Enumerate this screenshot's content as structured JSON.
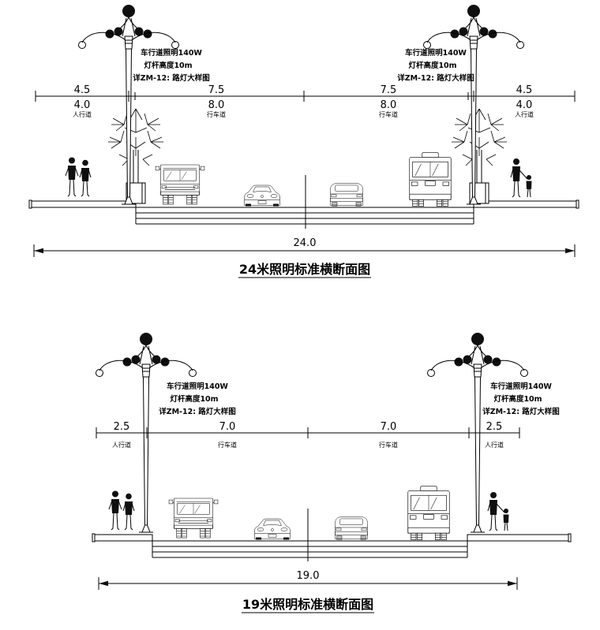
{
  "drawing": {
    "pole_note": {
      "lines": [
        "车行道照明140W",
        "灯杆高度10m",
        "详ZM-12: 路灯大样图"
      ]
    },
    "section_24m": {
      "title": "24米照明标准横断面图",
      "total_width": "24.0",
      "dims_row1": [
        "4.5",
        "7.5",
        "7.5",
        "4.5"
      ],
      "dims_row2": [
        "4.0",
        "8.0",
        "8.0",
        "4.0"
      ],
      "lane_labels": [
        "人行道",
        "行车道",
        "行车道",
        "人行道"
      ]
    },
    "section_19m": {
      "title": "19米照明标准横断面图",
      "total_width": "19.0",
      "dims": [
        "2.5",
        "7.0",
        "7.0",
        "2.5"
      ],
      "lane_labels": [
        "人行道",
        "行车道",
        "行车道",
        "人行道"
      ]
    },
    "colors": {
      "line": "#000000",
      "background": "#ffffff"
    }
  }
}
